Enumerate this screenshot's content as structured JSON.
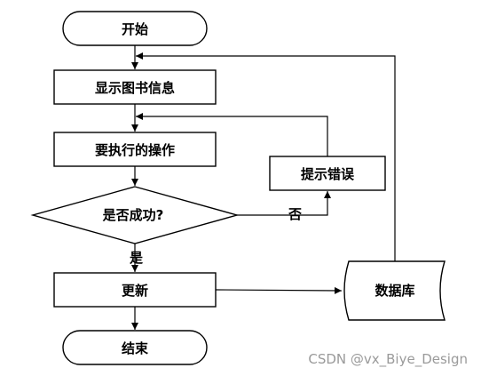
{
  "diagram": {
    "nodes": {
      "start": "开始",
      "show_info": "显示图书信息",
      "operation": "要执行的操作",
      "decision": "是否成功?",
      "error": "提示错误",
      "update": "更新",
      "database": "数据库",
      "end": "结束"
    },
    "edges": {
      "no": "否",
      "yes": "是"
    }
  },
  "watermark": "CSDN @vx_Biye_Design"
}
